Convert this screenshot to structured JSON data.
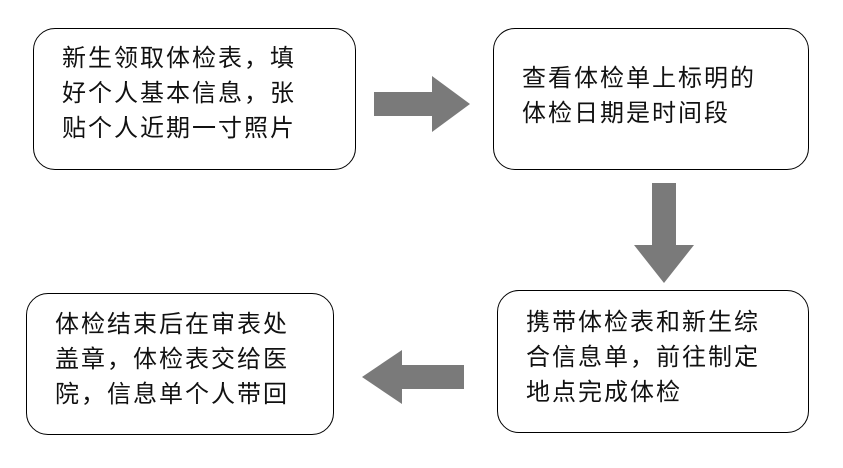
{
  "steps": [
    {
      "lines": [
        "新生领取体检表，填",
        "好个人基本信息，张",
        "贴个人近期一寸照片"
      ]
    },
    {
      "lines": [
        "查看体检单上标明的",
        "体检日期是时间段"
      ]
    },
    {
      "lines": [
        "携带体检表和新生综",
        "合信息单，前往制定",
        "地点完成体检"
      ]
    },
    {
      "lines": [
        "体检结束后在审表处",
        "盖章，体检表交给医",
        "院，信息单个人带回"
      ]
    }
  ],
  "arrow_color": "#7a7a7a"
}
